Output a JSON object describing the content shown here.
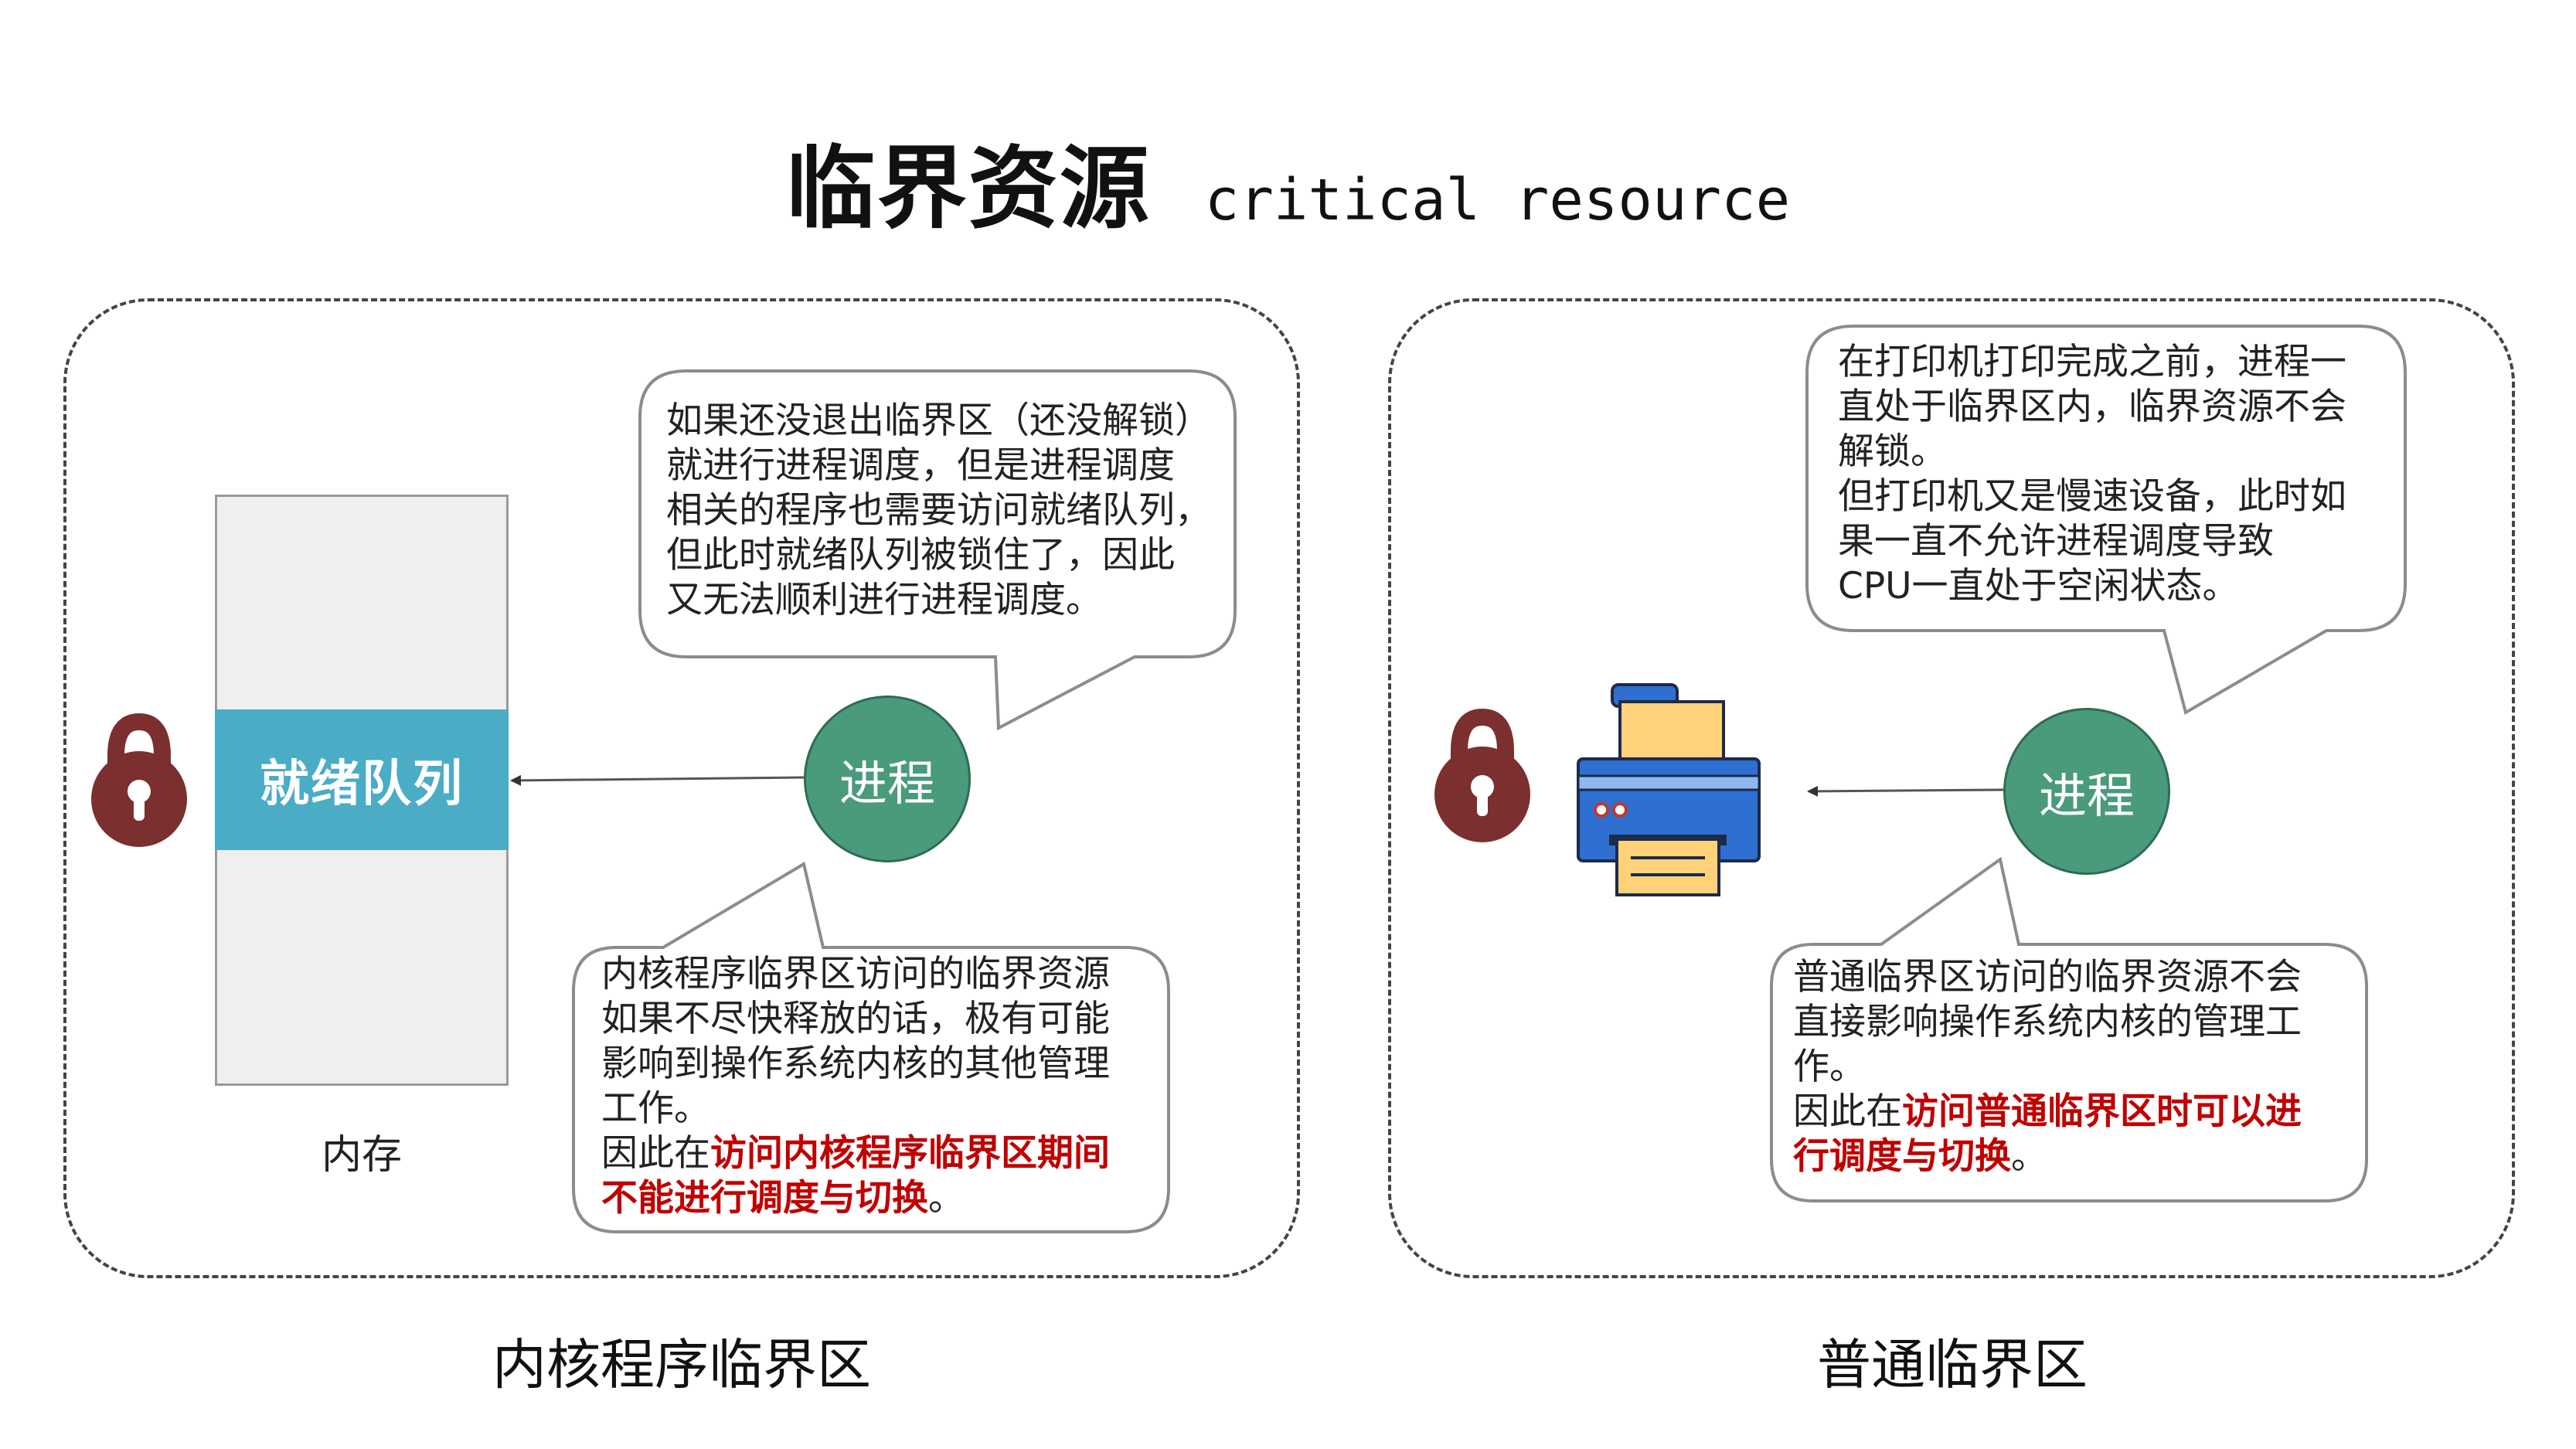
{
  "title": {
    "zh": "临界资源",
    "en": "critical resource"
  },
  "left_panel": {
    "label": "内核程序临界区",
    "memory_label": "内存",
    "ready_queue": "就绪队列",
    "process": "进程",
    "bubble_top": [
      "如果还没退出临界区（还没解锁）",
      "就进行进程调度，但是进程调度",
      "相关的程序也需要访问就绪队列，",
      "但此时就绪队列被锁住了，因此",
      "又无法顺利进行进程调度。"
    ],
    "bubble_bottom": {
      "lines": [
        "内核程序临界区访问的临界资源",
        "如果不尽快释放的话，极有可能",
        "影响到操作系统内核的其他管理",
        "工作。"
      ],
      "conclusion_prefix": "因此在",
      "conclusion_highlight_1": "访问内核程序临界区期间",
      "conclusion_highlight_2": "不能进行调度与切换",
      "conclusion_suffix": "。"
    }
  },
  "right_panel": {
    "label": "普通临界区",
    "process": "进程",
    "bubble_top": [
      "在打印机打印完成之前，进程一",
      "直处于临界区内，临界资源不会",
      "解锁。",
      "但打印机又是慢速设备，此时如",
      "果一直不允许进程调度导致",
      "CPU一直处于空闲状态。"
    ],
    "bubble_bottom": {
      "lines": [
        "普通临界区访问的临界资源不会",
        "直接影响操作系统内核的管理工",
        "作。"
      ],
      "conclusion_prefix": "因此在",
      "conclusion_highlight_1": "访问普通临界区时可以进",
      "conclusion_highlight_2": "行调度与切换",
      "conclusion_suffix": "。"
    }
  },
  "icons": [
    "lock-icon",
    "printer-icon",
    "arrow-icon"
  ],
  "colors": {
    "ready_queue": "#4bacc6",
    "process": "#4a9a7c",
    "lock": "#7b2f2f",
    "highlight_text": "#c00000",
    "printer_body": "#2e6fd1",
    "printer_paper": "#ffd27a"
  }
}
